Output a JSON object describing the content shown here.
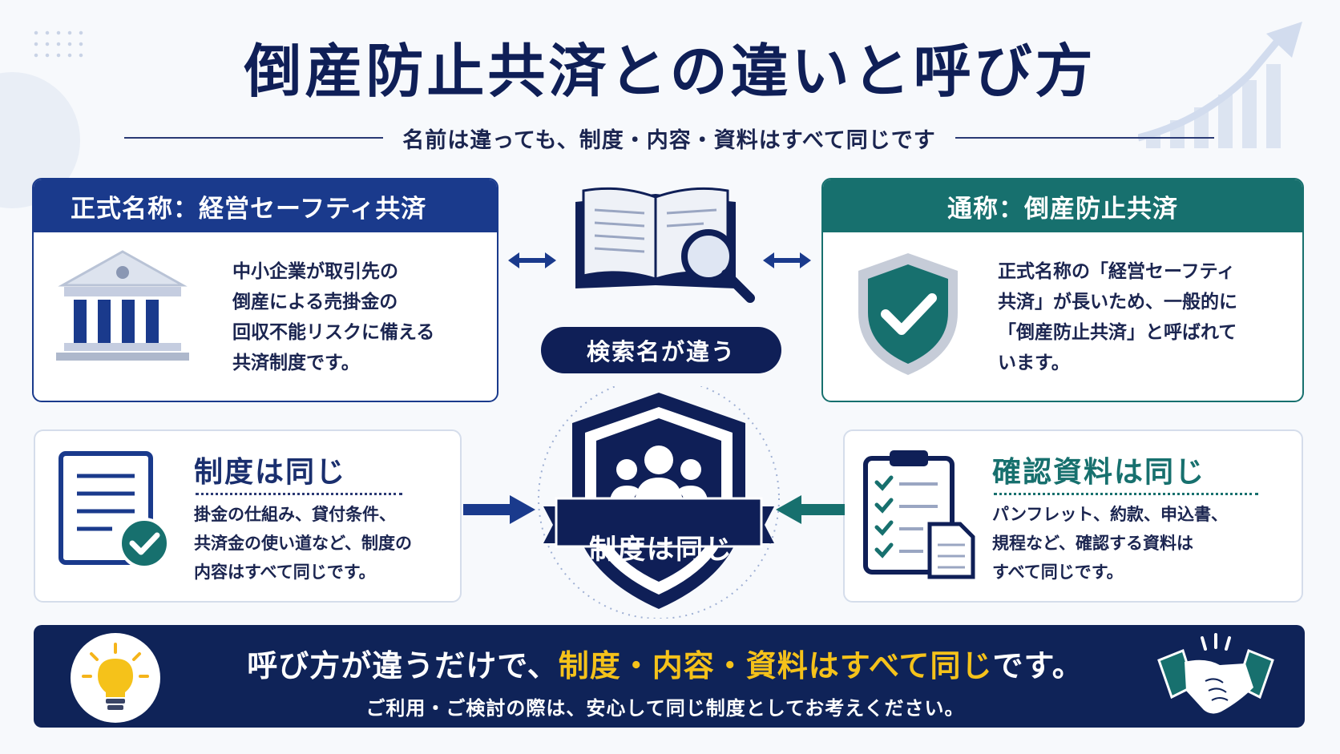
{
  "header": {
    "title": "倒産防止共済との違いと呼び方",
    "subtitle": "名前は違っても、制度・内容・資料はすべて同じです"
  },
  "left_card": {
    "title": "正式名称：経営セーフティ共済",
    "lines": [
      "中小企業が取引先の",
      "倒産による売掛金の",
      "回収不能リスクに備える",
      "共済制度です。"
    ],
    "icon": "bank-building-icon"
  },
  "right_card": {
    "title": "通称：倒産防止共済",
    "lines": [
      "正式名称の「経営セーフティ",
      "共済」が長いため、一般的に",
      "「倒産防止共済」と呼ばれて",
      "います。"
    ],
    "icon": "shield-check-icon"
  },
  "center": {
    "search_badge": "検索名が違う",
    "shield_label": "制度は同じ",
    "icons": [
      "open-book-icon",
      "magnifier-icon",
      "people-shield-icon"
    ]
  },
  "mid_left": {
    "title": "制度は同じ",
    "lines": [
      "掛金の仕組み、貸付条件、",
      "共済金の使い道など、制度の",
      "内容はすべて同じです。"
    ],
    "icon": "document-check-icon"
  },
  "mid_right": {
    "title": "確認資料は同じ",
    "lines": [
      "パンフレット、約款、申込書、",
      "規程など、確認する資料は",
      "すべて同じです。"
    ],
    "icon": "clipboard-checklist-icon"
  },
  "banner": {
    "main_pre": "呼び方が違うだけで、",
    "main_highlight": "制度・内容・資料はすべて同じ",
    "main_post": "です。",
    "sub": "ご利用・ご検討の際は、安心して同じ制度としてお考えください。",
    "icons": [
      "lightbulb-icon",
      "handshake-icon"
    ]
  },
  "colors": {
    "navy": "#0f1f57",
    "blue": "#1a3a8c",
    "teal": "#17706e",
    "highlight": "#f5c21a"
  }
}
